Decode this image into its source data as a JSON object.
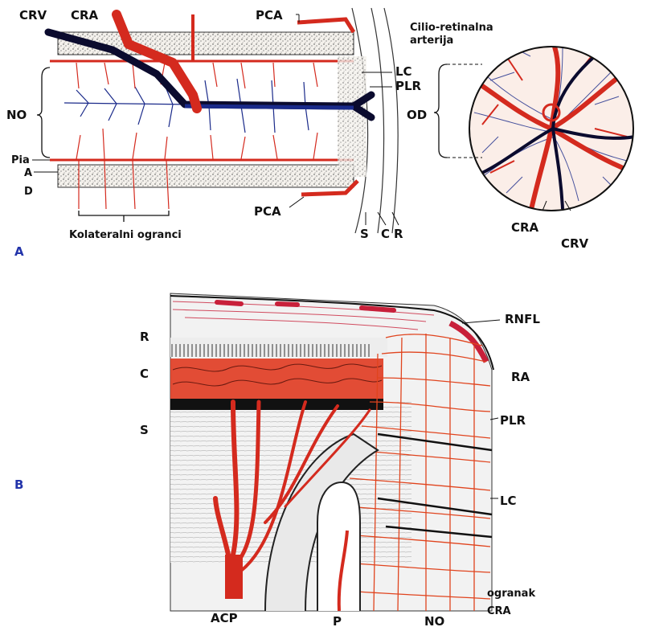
{
  "panel_a": {
    "letter": "A",
    "labels": {
      "crv_top": "CRV",
      "cra_top": "CRA",
      "pca_top": "PCA",
      "pca_bottom": "PCA",
      "cilio_line1": "Cilio-retinalna",
      "cilio_line2": "arterija",
      "lc": "LC",
      "plr": "PLR",
      "no": "NO",
      "od": "OD",
      "pia": "Pia",
      "a": "A",
      "d": "D",
      "kolateralni": "Kolateralni ogranci",
      "s": "S",
      "c": "C",
      "r": "R",
      "cra_disc": "CRA",
      "crv_disc": "CRV"
    }
  },
  "panel_b": {
    "letter": "B",
    "labels": {
      "r": "R",
      "c": "C",
      "s": "S",
      "rnfl": "RNFL",
      "ra": "RA",
      "plr": "PLR",
      "lc": "LC",
      "ogranak_line1": "ogranak",
      "ogranak_line2": "CRA",
      "acp": "ACP",
      "p": "P",
      "no": "NO"
    }
  },
  "colors": {
    "artery": "#d42a1e",
    "vein": "#1a2a8a",
    "dark_vein": "#0b0b2e",
    "stipple": "#333333",
    "panel_letter": "#2233aa"
  }
}
